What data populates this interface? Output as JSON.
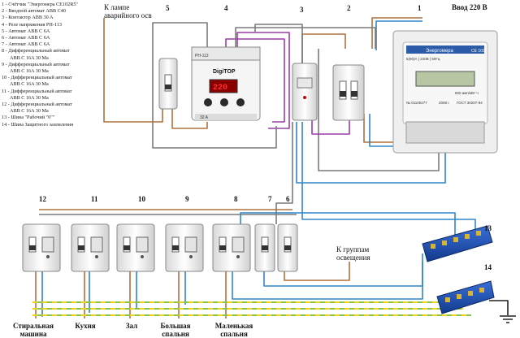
{
  "legend": [
    "1 - Счётчик \"Энергомера CE102R5\"",
    "2 - Вводной автомат ABB C40",
    "3 - Контактор ABB 30 A",
    "4 - Реле напряжения РН-113",
    "5 - Автомат ABB C 6A",
    "6 - Автомат ABB C 6A",
    "7 - Автомат ABB C 6A",
    "8 - Дифференциальный автомат",
    "ABB C 16A 30 Ма",
    "9 - Дифференциальный автомат",
    "ABB C 16A 30 Ма",
    "10 - Дифференциальный автомат",
    "ABB C 16A 30 Ма",
    "11 - Дифференциальный автомат",
    "ABB C 16A 30 Ма",
    "12 - Дифференциальный автомат",
    "ABB C 16A 30 Ма",
    "13 - Шина \"Рабочий \"0\"\"",
    "14 - Шина Защитного заземления"
  ],
  "labels": {
    "lamp": "К лампе аварийного осв",
    "input": "Ввод 220 В",
    "lighting": "К группам освещения"
  },
  "numbers": {
    "n1": "1",
    "n2": "2",
    "n3": "3",
    "n4": "4",
    "n5": "5",
    "n6": "6",
    "n7": "7",
    "n8": "8",
    "n9": "9",
    "n10": "10",
    "n11": "11",
    "n12": "12",
    "n13": "13",
    "n14": "14"
  },
  "meter": {
    "brand": "Энергомера",
    "model": "CE 102",
    "spec": "5(60)А | 220В | 50Гц",
    "serial": "№ 01100277",
    "year": "2008 г.",
    "gost": "ГОСТ 30207-94",
    "rate": "800 имп/кВт·ч"
  },
  "relay": {
    "brand": "DigiTOP",
    "model": "РН-113",
    "display": "220",
    "rating": "32 A"
  },
  "rooms": {
    "washer_1": "Стиральная",
    "washer_2": "машина",
    "kitchen": "Кухня",
    "hall": "Зал",
    "big_1": "Большая",
    "big_2": "спальня",
    "small_1": "Маленькая",
    "small_2": "спальня"
  }
}
